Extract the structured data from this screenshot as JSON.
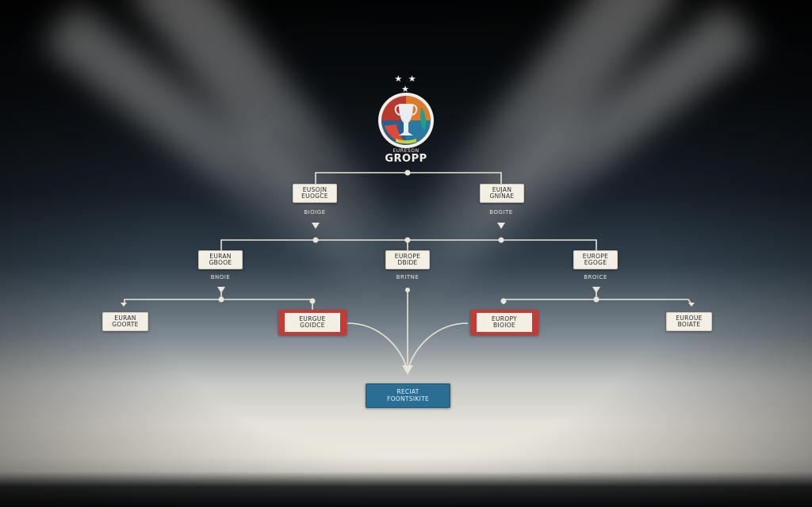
{
  "logo": {
    "stars": "★ ★ ★",
    "small_text": "EURESON",
    "title": "GROPP",
    "icon": "trophy-emblem-icon"
  },
  "nodes": {
    "l1_left": {
      "line1": "EUSOJN",
      "line2": "EUOGCE",
      "caption": "BIOIGE"
    },
    "l1_right": {
      "line1": "EUJAN",
      "line2": "GNINAE",
      "caption": "BOGITE"
    },
    "l2_left": {
      "line1": "EURAN",
      "line2": "GBOOE",
      "caption": "BNOIE"
    },
    "l2_center": {
      "line1": "EUROPE",
      "line2": "DBIDE",
      "caption": "BRITNE"
    },
    "l2_right": {
      "line1": "EUROPE",
      "line2": "EGOGE",
      "caption": "BROICE"
    },
    "l3_far_left": {
      "line1": "EURAN",
      "line2": "GOORTE"
    },
    "l3_red_left": {
      "line1": "EURGUE",
      "line2": "GOIDCE"
    },
    "l3_red_right": {
      "line1": "EUROPY",
      "line2": "BIOIOE"
    },
    "l3_far_right": {
      "line1": "EUROUE",
      "line2": "BOIATE"
    },
    "final": {
      "line1": "RECIAT",
      "line2": "FOONTSIKITE"
    }
  },
  "colors": {
    "node_bg": "#f3efe4",
    "highlight_border": "#c43a36",
    "final_bg": "#2a6f93",
    "line": "#e9e5da"
  }
}
